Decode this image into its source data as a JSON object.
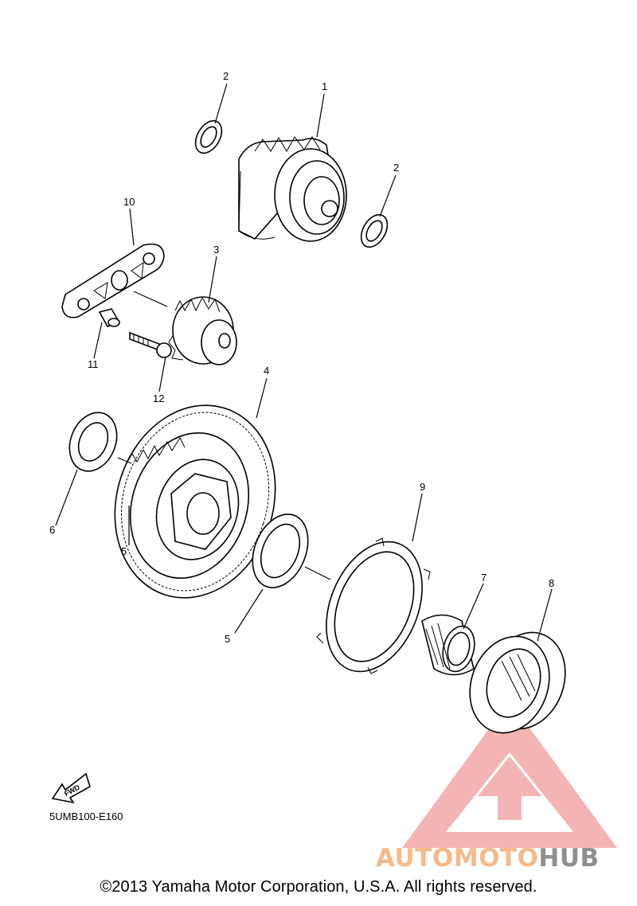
{
  "callouts": [
    {
      "id": "c1",
      "label": "1"
    },
    {
      "id": "c2a",
      "label": "2"
    },
    {
      "id": "c2b",
      "label": "2"
    },
    {
      "id": "c3",
      "label": "3"
    },
    {
      "id": "c4",
      "label": "4"
    },
    {
      "id": "c5a",
      "label": "5"
    },
    {
      "id": "c5b",
      "label": "5"
    },
    {
      "id": "c6",
      "label": "6"
    },
    {
      "id": "c7",
      "label": "7"
    },
    {
      "id": "c8",
      "label": "8"
    },
    {
      "id": "c9",
      "label": "9"
    },
    {
      "id": "c10",
      "label": "10"
    },
    {
      "id": "c11",
      "label": "11"
    },
    {
      "id": "c12",
      "label": "12"
    }
  ],
  "fwd_label": "FWD",
  "diagram_code": "5UMB100-E160",
  "copyright": "©2013 Yamaha Motor Corporation, U.S.A. All rights reserved.",
  "watermark": {
    "part1": "AUTO",
    "part2": "MOTO",
    "part3": "HUB",
    "colors": {
      "triangle": "#f08080",
      "text_light": "#f7b98a",
      "text_dark": "#8f8f8f"
    }
  }
}
